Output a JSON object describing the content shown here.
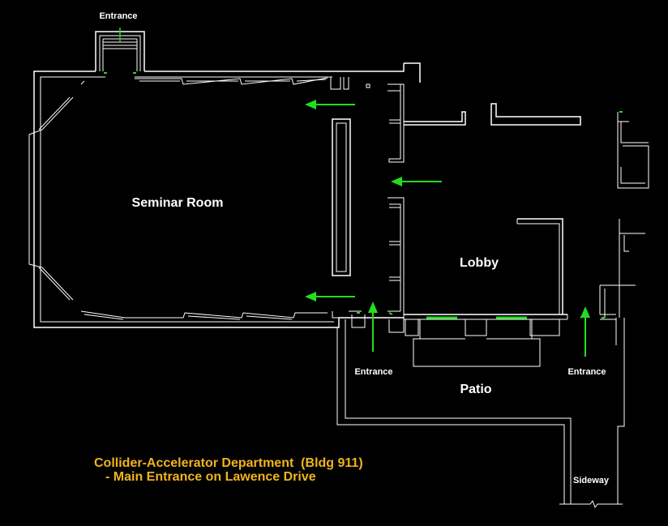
{
  "labels": {
    "seminar_room": "Seminar Room",
    "lobby": "Lobby",
    "patio": "Patio",
    "entrance_top": "Entrance",
    "entrance_left": "Entrance",
    "entrance_right": "Entrance",
    "sideway": "Sideway"
  },
  "caption": {
    "line1": "Collider-Accelerator Department  (Bldg 911)",
    "line2": "- Main Entrance on Lawence Drive"
  },
  "colors": {
    "background": "#000000",
    "walls": "#ffffff",
    "arrows": "#22dd22",
    "caption": "#f0b41e"
  },
  "icons": {
    "direction": "arrow-icon"
  }
}
